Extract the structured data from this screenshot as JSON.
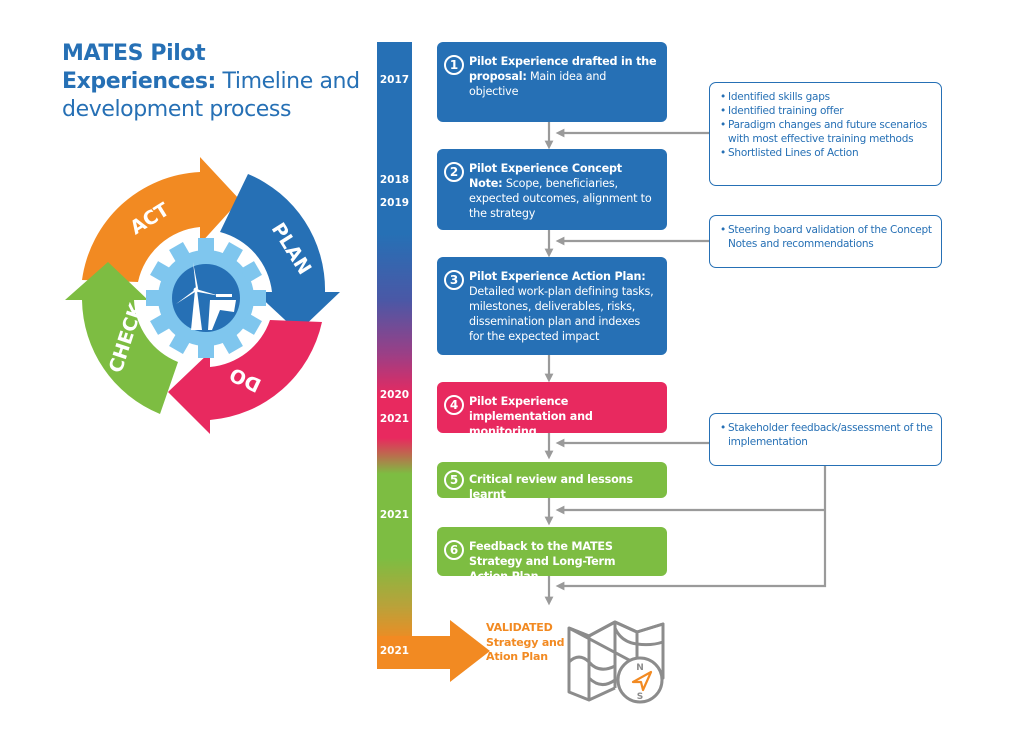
{
  "title": {
    "bold_part_1": "MATES Pilot",
    "bold_part_2": "Experiences:",
    "regular_part": " Timeline and development process"
  },
  "pdca": {
    "segments": [
      {
        "label": "PLAN",
        "color": "#2670b5"
      },
      {
        "label": "DO",
        "color": "#e8295f"
      },
      {
        "label": "CHECK",
        "color": "#7dbd42"
      },
      {
        "label": "ACT",
        "color": "#f28a22"
      }
    ],
    "center_icon": "gear-wind-turbine-ship-icon",
    "gear_color": "#7fc6ee"
  },
  "timeline": {
    "years": [
      "2017",
      "2018",
      "2019",
      "2020",
      "2021",
      "2021",
      "2021"
    ]
  },
  "steps": [
    {
      "number": "1",
      "bold": "Pilot Experience drafted in the proposal:",
      "text": " Main idea and objective",
      "color": "#2670b5"
    },
    {
      "number": "2",
      "bold": "Pilot Experience Concept Note:",
      "text": " Scope, beneficiaries, expected outcomes, alignment to the strategy",
      "color": "#2670b5"
    },
    {
      "number": "3",
      "bold": "Pilot Experience Action Plan:",
      "text": " Detailed work-plan defining tasks, milestones, deliverables, risks, dissemination plan and indexes for the expected impact",
      "color": "#2670b5"
    },
    {
      "number": "4",
      "bold": "Pilot Experience implementation and monitoring",
      "text": "",
      "color": "#e8295f"
    },
    {
      "number": "5",
      "bold": "Critical review and lessons learnt",
      "text": "",
      "color": "#7dbd42"
    },
    {
      "number": "6",
      "bold": "Feedback to the MATES Strategy and Long-Term Action Plan",
      "text": "",
      "color": "#7dbd42"
    }
  ],
  "notes": [
    {
      "items": [
        "Identified skills gaps",
        "Identified training offer",
        "Paradigm changes and future scenarios with most effective training methods",
        "Shortlisted Lines of Action"
      ]
    },
    {
      "items": [
        "Steering board validation of the Concept Notes and recommendations"
      ]
    },
    {
      "items": [
        "Stakeholder feedback/assessment of the implementation"
      ]
    }
  ],
  "outcome": {
    "line1": "VALIDATED",
    "line2": "Strategy and",
    "line3": "Ation Plan",
    "icon": "map-compass-icon",
    "compass_n": "N",
    "compass_s": "S"
  },
  "colors": {
    "blue": "#2670b5",
    "pink": "#e8295f",
    "green": "#7dbd42",
    "orange": "#f28a22",
    "connector_gray": "#9a9a9a"
  }
}
